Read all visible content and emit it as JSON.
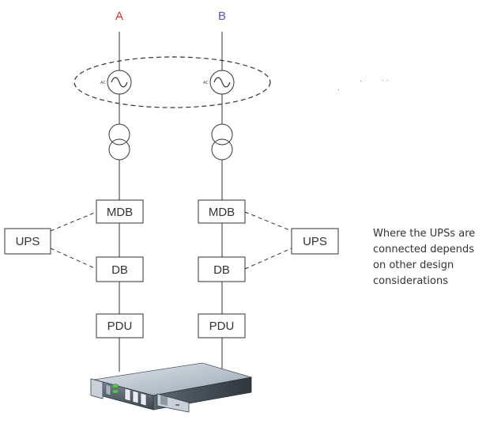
{
  "feeds": {
    "a_label": "A",
    "b_label": "B",
    "a_color": "#d9302c",
    "b_color": "#5a57c8"
  },
  "generator_label": "AC",
  "nodes": {
    "mdb": "MDB",
    "db": "DB",
    "pdu": "PDU",
    "ups": "UPS"
  },
  "note_lines": [
    "Where the UPSs are",
    "connected depends",
    "on other design",
    "considerations"
  ],
  "icons": [
    "generator-icon",
    "transformer-icon",
    "rack-server-icon"
  ]
}
